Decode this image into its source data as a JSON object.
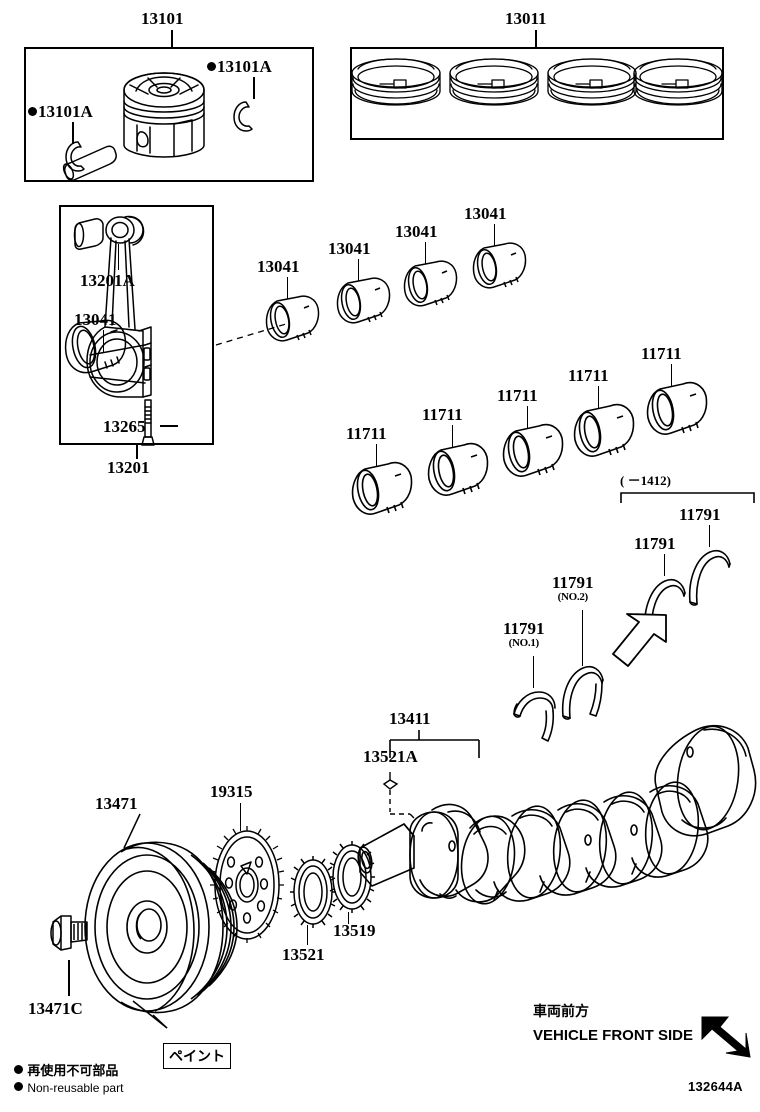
{
  "diagram": {
    "id": "132644A",
    "title_group_1": "13101",
    "title_group_2": "13011"
  },
  "labels": {
    "piston_box": "13101",
    "piston_ring_clip_left": "13101A",
    "piston_ring_clip_right": "13101A",
    "ring_set_box": "13011",
    "conrod_box": "13201",
    "conrod_bush": "13201A",
    "conrod_bearing_inbox": "13041",
    "conrod_bolt": "13265",
    "rod_bearing_1": "13041",
    "rod_bearing_2": "13041",
    "rod_bearing_3": "13041",
    "rod_bearing_4": "13041",
    "main_bearing_1": "11711",
    "main_bearing_2": "11711",
    "main_bearing_3": "11711",
    "main_bearing_4": "11711",
    "main_bearing_5": "11711",
    "thrust_range_note": "(   －1412)",
    "thrust_upper_1": "11791",
    "thrust_upper_2": "11791",
    "thrust_no2": "11791",
    "thrust_no2_sub": "(NO.2)",
    "thrust_no1": "11791",
    "thrust_no1_sub": "(NO.1)",
    "crankshaft": "13411",
    "crank_key": "13521A",
    "pulley": "13471",
    "pulley_bolt": "13471C",
    "timing_plate": "19315",
    "sprocket_13521": "13521",
    "sprocket_13519": "13519",
    "paint_callout": "ペイント"
  },
  "footer": {
    "front_side_jp": "車両前方",
    "front_side_en": "VEHICLE FRONT SIDE",
    "legend_jp": "再使用不可部品",
    "legend_en": "Non-reusable part",
    "diagram_id": "132644A"
  },
  "colors": {
    "line": "#000000",
    "background": "#ffffff"
  }
}
